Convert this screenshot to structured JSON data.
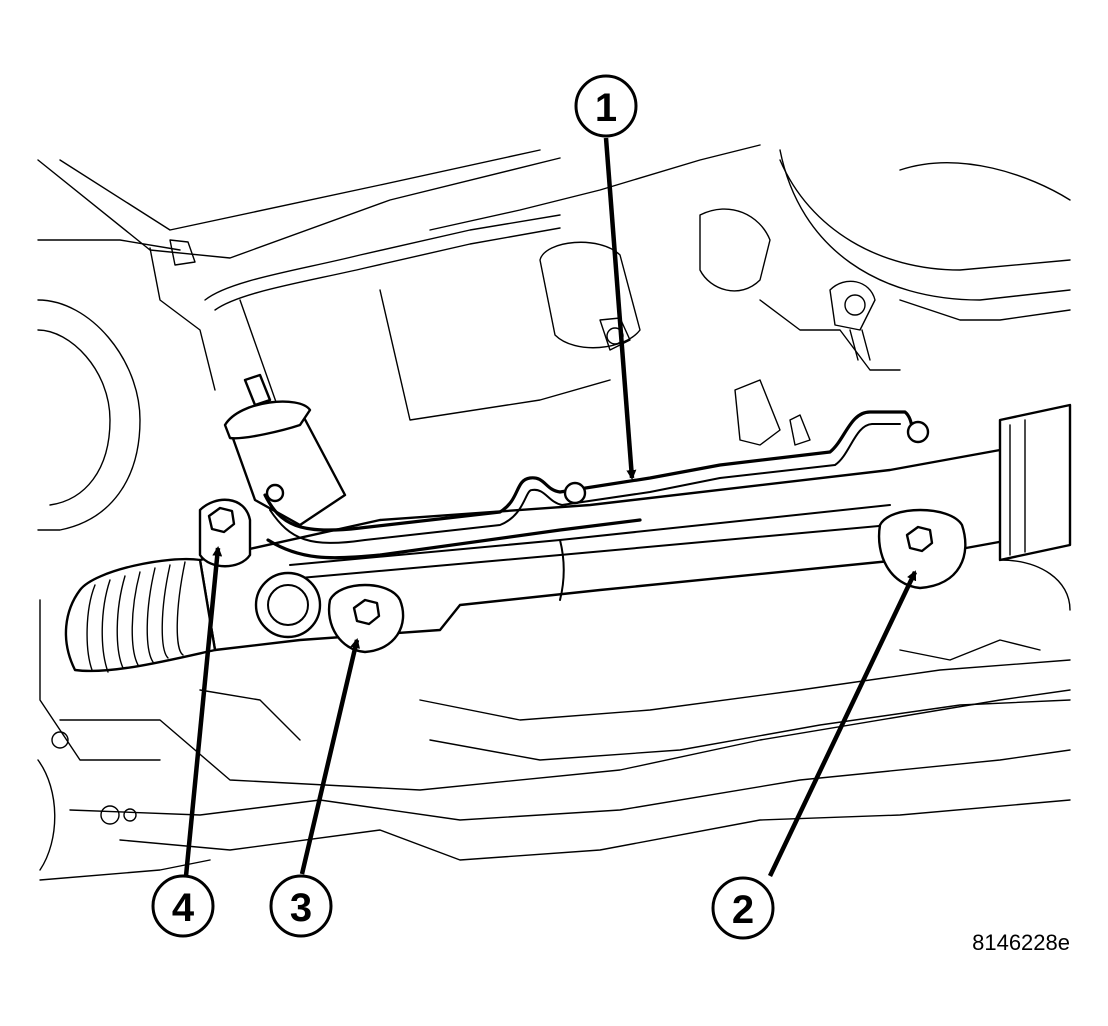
{
  "callouts": [
    {
      "id": "c1",
      "label": "1"
    },
    {
      "id": "c2",
      "label": "2"
    },
    {
      "id": "c3",
      "label": "3"
    },
    {
      "id": "c4",
      "label": "4"
    }
  ],
  "figure_ref": "8146228e"
}
